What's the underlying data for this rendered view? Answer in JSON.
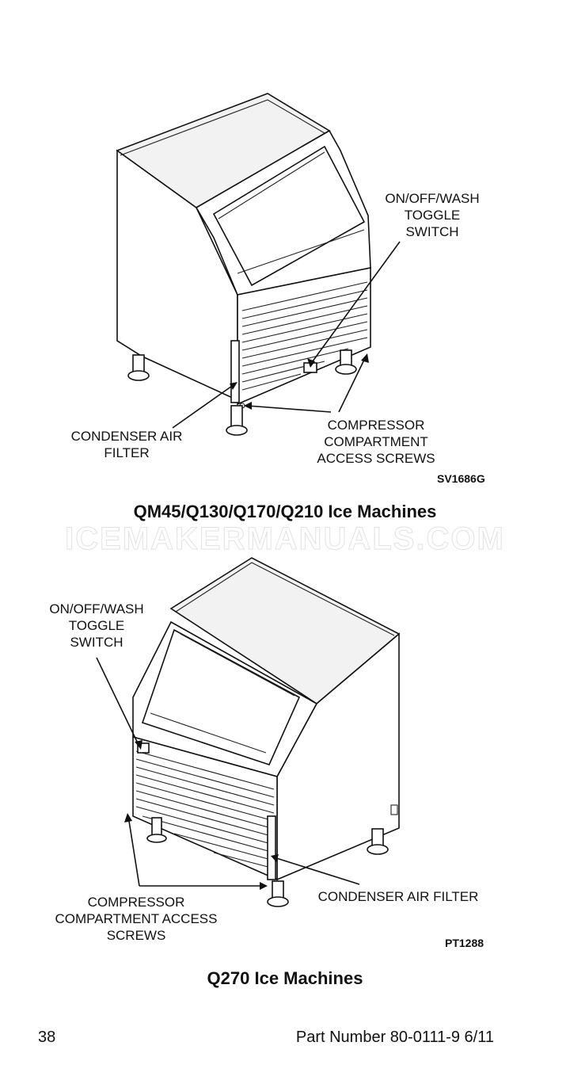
{
  "figure1": {
    "labels": {
      "toggle_switch": [
        "ON/OFF/WASH",
        "TOGGLE",
        "SWITCH"
      ],
      "condenser_filter": [
        "CONDENSER AIR",
        "FILTER"
      ],
      "compressor_screws": [
        "COMPRESSOR",
        "COMPARTMENT",
        "ACCESS SCREWS"
      ]
    },
    "code": "SV1686G",
    "caption": "QM45/Q130/Q170/Q210 Ice Machines"
  },
  "watermark": "ICEMAKERMANUALS.COM",
  "figure2": {
    "labels": {
      "toggle_switch": [
        "ON/OFF/WASH",
        "TOGGLE",
        "SWITCH"
      ],
      "compressor_screws": [
        "COMPRESSOR",
        "COMPARTMENT ACCESS",
        "SCREWS"
      ],
      "condenser_filter": [
        "CONDENSER AIR FILTER"
      ]
    },
    "code": "PT1288",
    "caption": "Q270 Ice Machines"
  },
  "footer": {
    "page_number": "38",
    "part_number": "Part Number 80-0111-9 6/11"
  }
}
